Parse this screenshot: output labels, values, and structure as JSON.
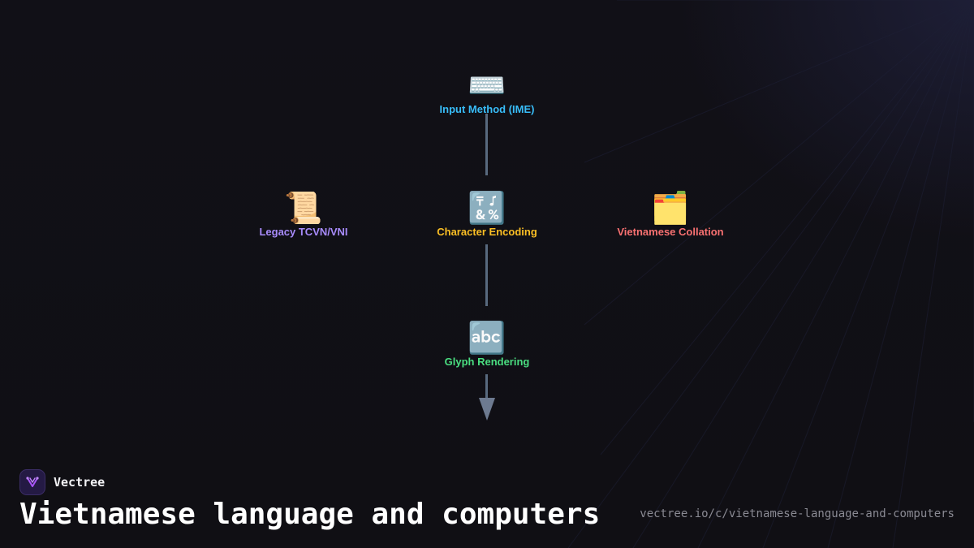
{
  "diagram": {
    "nodes": [
      {
        "id": "ime",
        "icon": "keyboard-icon",
        "glyph": "⌨️",
        "label": "Input Method (IME)",
        "color": "#38bdf8"
      },
      {
        "id": "legacy",
        "icon": "scroll-icon",
        "glyph": "📜",
        "label": "Legacy TCVN/VNI",
        "color": "#a78bfa"
      },
      {
        "id": "encoding",
        "icon": "symbols-icon",
        "glyph": "🔣",
        "label": "Character Encoding",
        "color": "#fbbf24"
      },
      {
        "id": "collation",
        "icon": "card-index-dividers-icon",
        "glyph": "🗂️",
        "label": "Vietnamese Collation",
        "color": "#f87171"
      },
      {
        "id": "glyph",
        "icon": "abc-icon",
        "glyph": "🔤",
        "label": "Glyph Rendering",
        "color": "#4ade80"
      }
    ],
    "edges": [
      {
        "from": "ime",
        "to": "encoding"
      },
      {
        "from": "encoding",
        "to": "glyph"
      }
    ],
    "connector_color": "#58697e"
  },
  "footer": {
    "brand_name": "Vectree",
    "logo_icon": "vectree-logo-icon",
    "title": "Vietnamese language and computers",
    "url": "vectree.io/c/vietnamese-language-and-computers"
  },
  "colors": {
    "background": "#111016",
    "accent": "#a855f7"
  }
}
